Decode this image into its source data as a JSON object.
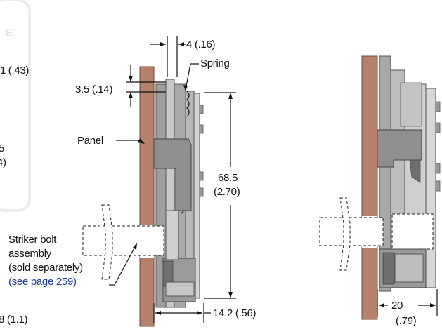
{
  "left_edge_fragments": {
    "frag1": ".1 (.43)",
    "frag2": "5",
    "frag3": "4)",
    "frag4": "8 (1.1)"
  },
  "faded_tab_letter": "E",
  "labels": {
    "dim_4": "4 (.16)",
    "spring": "Spring",
    "dim_3_5": "3.5 (.14)",
    "panel": "Panel",
    "dim_68_5_mm": "68.5",
    "dim_68_5_in": "(2.70)",
    "striker_line1": "Striker bolt",
    "striker_line2": "assembly",
    "striker_line3": "(sold separately)",
    "see_page": "(see page 259)",
    "dim_14_2": "14.2 (.56)",
    "dim_20_mm": "20",
    "dim_20_in": "(.79)"
  },
  "colors": {
    "panel": "#b5806d",
    "body_gray": "#a9a9a9",
    "light_gray": "#d4d4d4",
    "dark_gray": "#7a7a7a",
    "link_blue": "#1d3f8c"
  }
}
